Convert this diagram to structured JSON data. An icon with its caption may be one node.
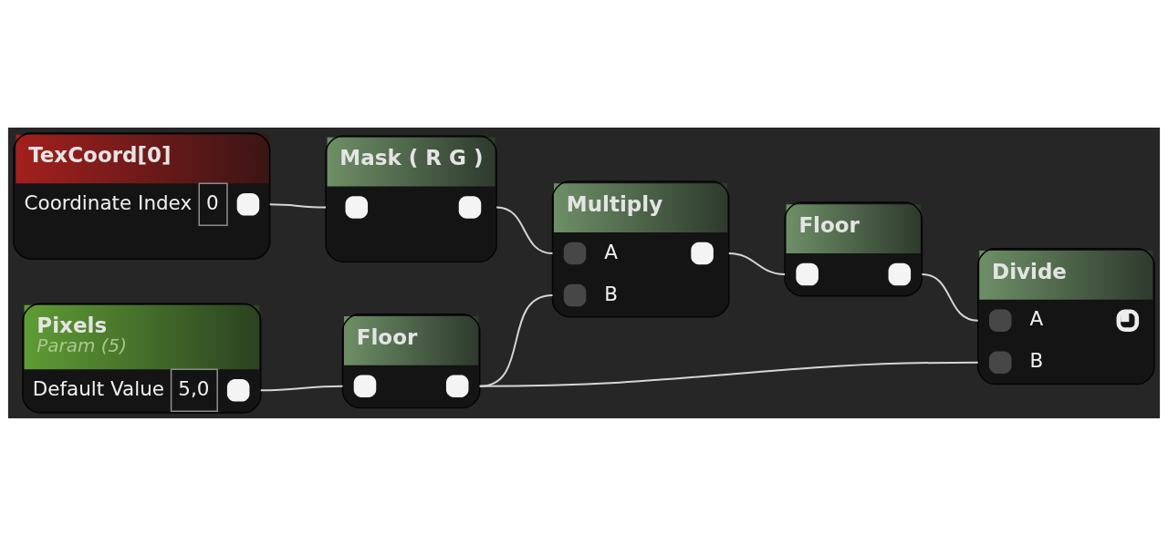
{
  "diagram": {
    "nodes": [
      {
        "text": [
          "TexCoord[0]",
          "Coordinate Index",
          "0"
        ]
      },
      {
        "text": [
          "Mask ( R G )"
        ]
      },
      {
        "text": [
          "Multiply",
          "A",
          "B"
        ]
      },
      {
        "text": [
          "Floor"
        ]
      },
      {
        "text": [
          "Divide",
          "A",
          "B"
        ]
      },
      {
        "text": [
          "Pixels",
          "Param (5)",
          "Default Value",
          "5,0"
        ]
      },
      {
        "text": [
          "Floor"
        ]
      }
    ],
    "edges": [
      {
        "from": 0,
        "to": 1,
        "arrow": "none"
      },
      {
        "from": 1,
        "to": 2,
        "arrow": "none"
      },
      {
        "from": 2,
        "to": 3,
        "arrow": "none"
      },
      {
        "from": 3,
        "to": 4,
        "arrow": "none"
      },
      {
        "from": 5,
        "to": 6,
        "arrow": "none"
      },
      {
        "from": 6,
        "to": 2,
        "arrow": "none"
      },
      {
        "from": 6,
        "to": 4,
        "arrow": "none"
      }
    ]
  }
}
